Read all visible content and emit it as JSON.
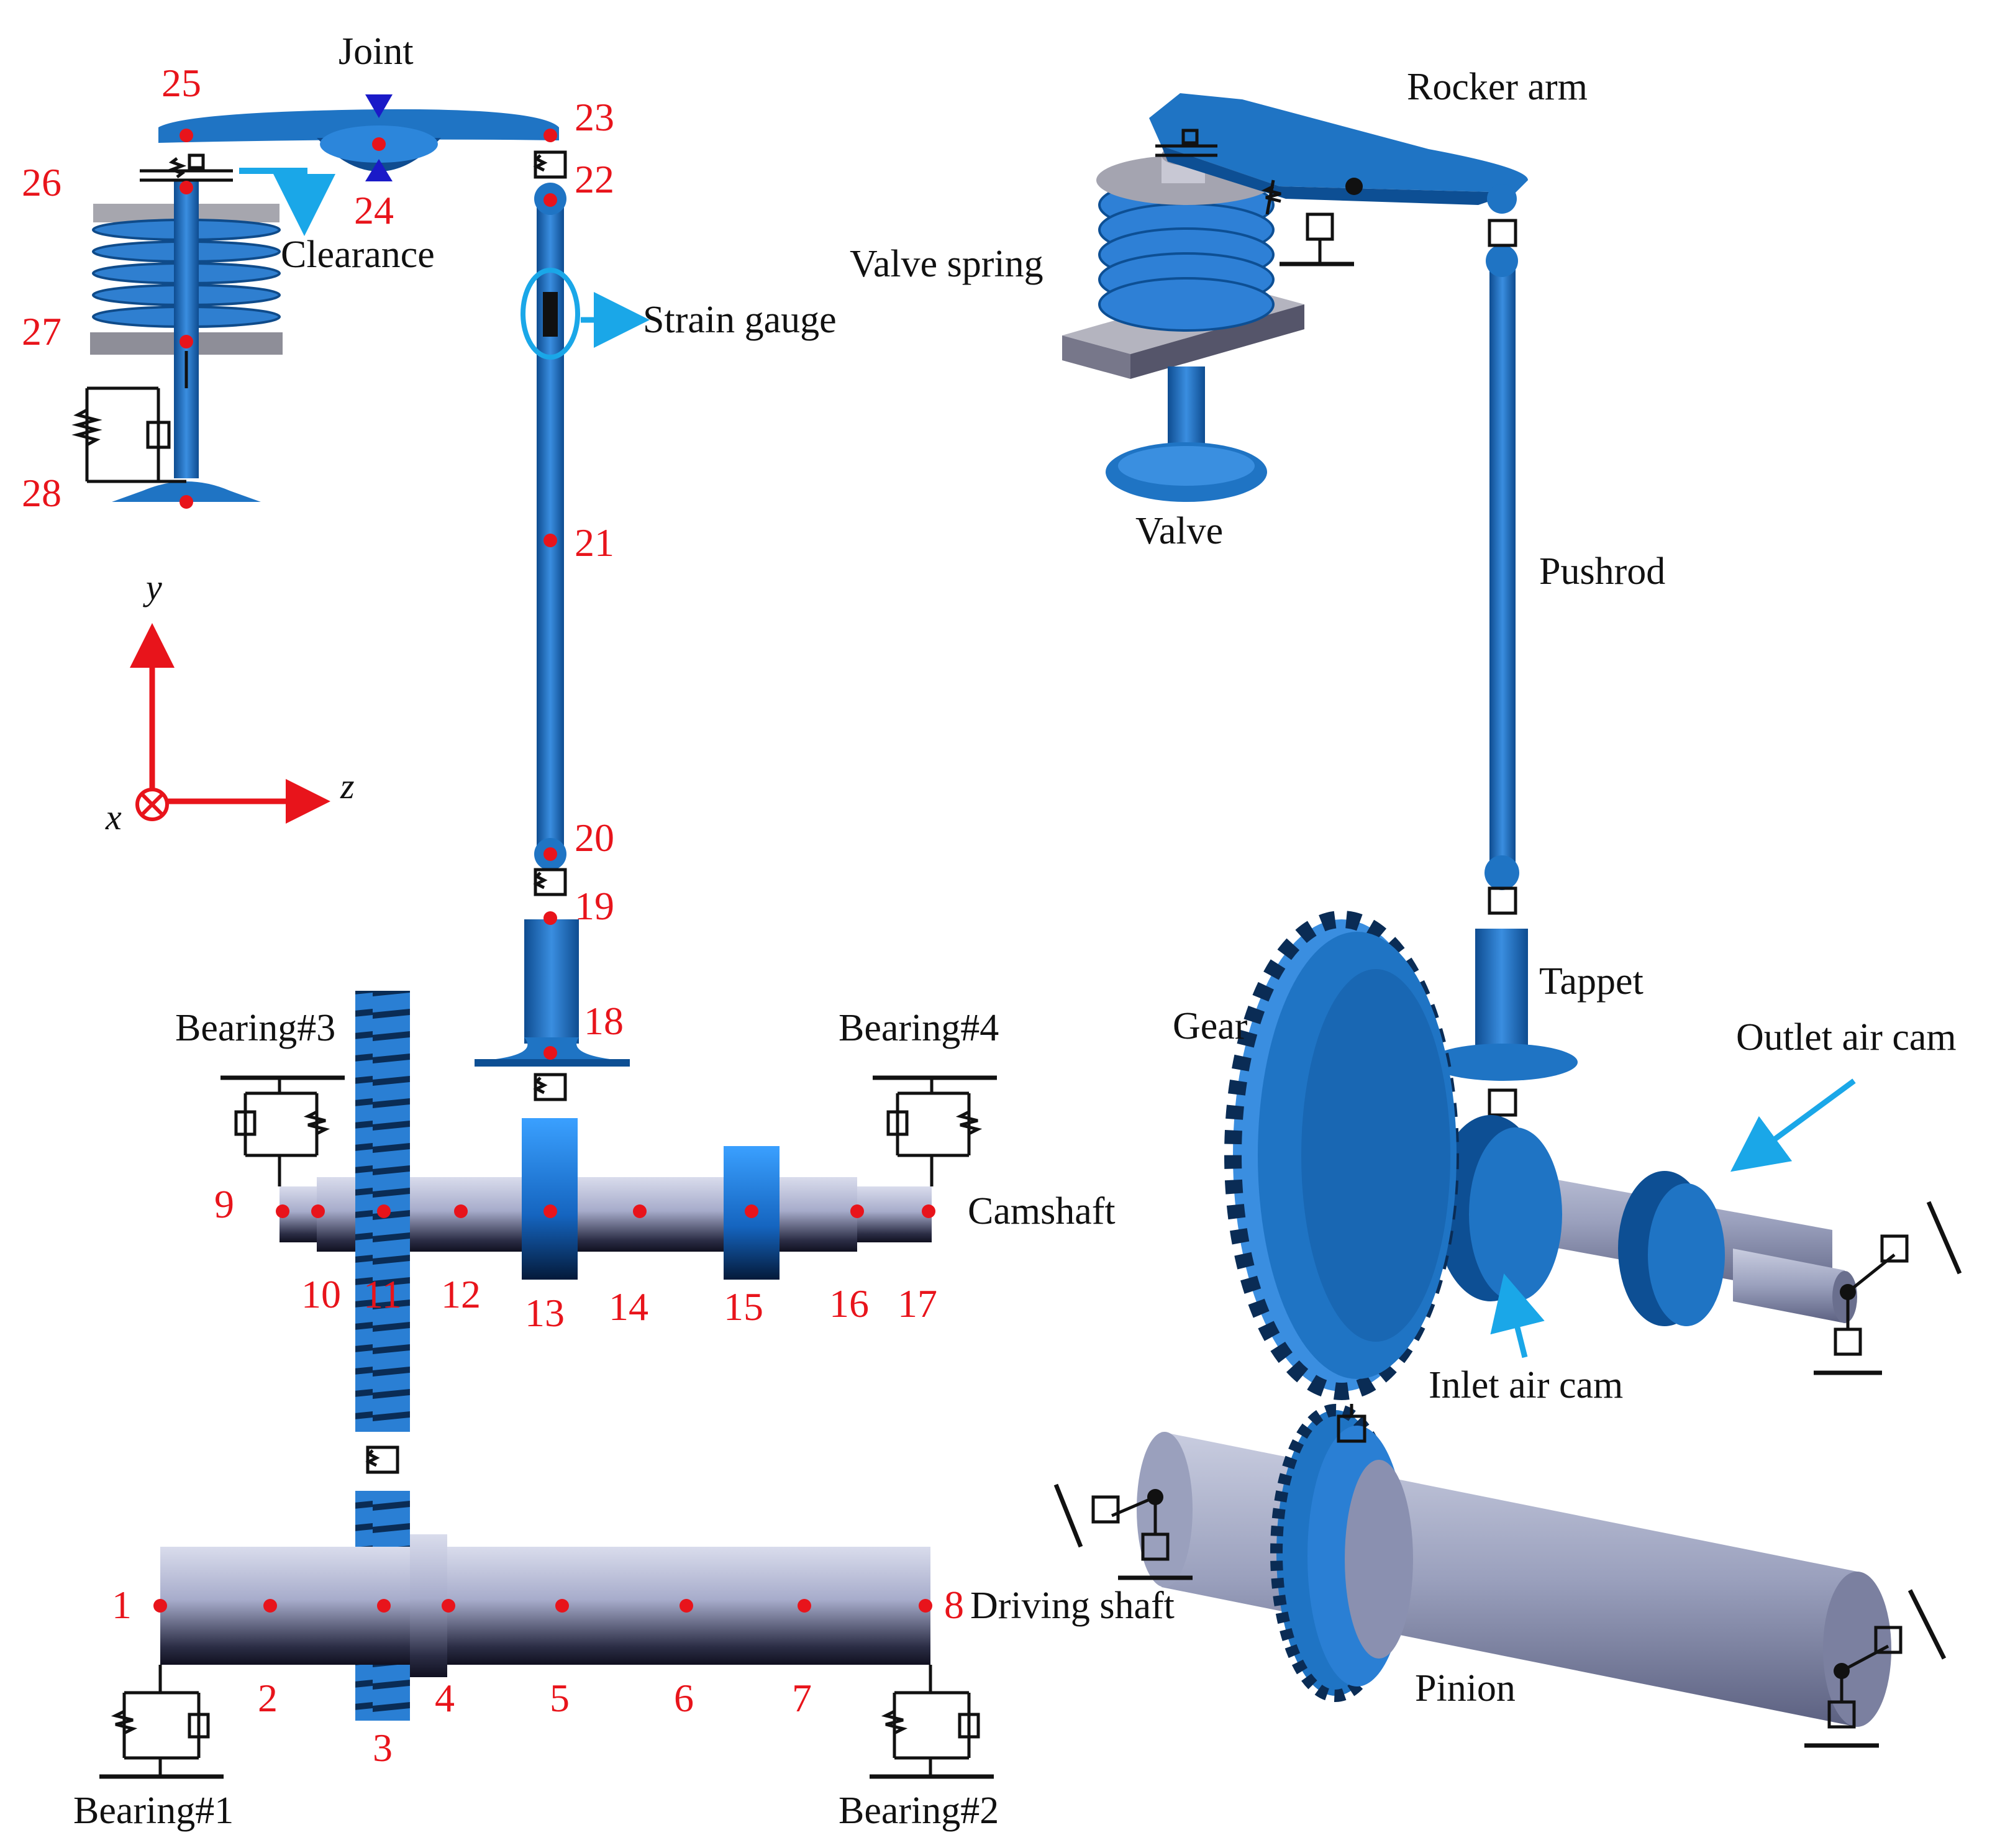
{
  "colors": {
    "part_blue": "#1f74c4",
    "dark_blue": "#0d4f94",
    "shaft_gray": "#9aa0b8",
    "callout_blue": "#1aa7e8",
    "node_red": "#e8141b",
    "axis_red": "#e8141b",
    "joint_marker": "#1a1ac8"
  },
  "labels": {
    "joint": "Joint",
    "clearance": "Clearance",
    "strain_gauge": "Strain gauge",
    "rocker_arm": "Rocker arm",
    "valve_spring": "Valve spring",
    "valve": "Valve",
    "pushrod": "Pushrod",
    "tappet": "Tappet",
    "gear": "Gear",
    "outlet_air_cam": "Outlet air cam",
    "inlet_air_cam": "Inlet air cam",
    "camshaft": "Camshaft",
    "driving_shaft": "Driving shaft",
    "pinion": "Pinion",
    "bearing_1": "Bearing#1",
    "bearing_2": "Bearing#2",
    "bearing_3": "Bearing#3",
    "bearing_4": "Bearing#4"
  },
  "axes": {
    "x": "x",
    "y": "y",
    "z": "z"
  },
  "nodes": [
    "1",
    "2",
    "3",
    "4",
    "5",
    "6",
    "7",
    "8",
    "9",
    "10",
    "11",
    "12",
    "13",
    "14",
    "15",
    "16",
    "17",
    "18",
    "19",
    "20",
    "21",
    "22",
    "23",
    "24",
    "25",
    "26",
    "27",
    "28"
  ]
}
